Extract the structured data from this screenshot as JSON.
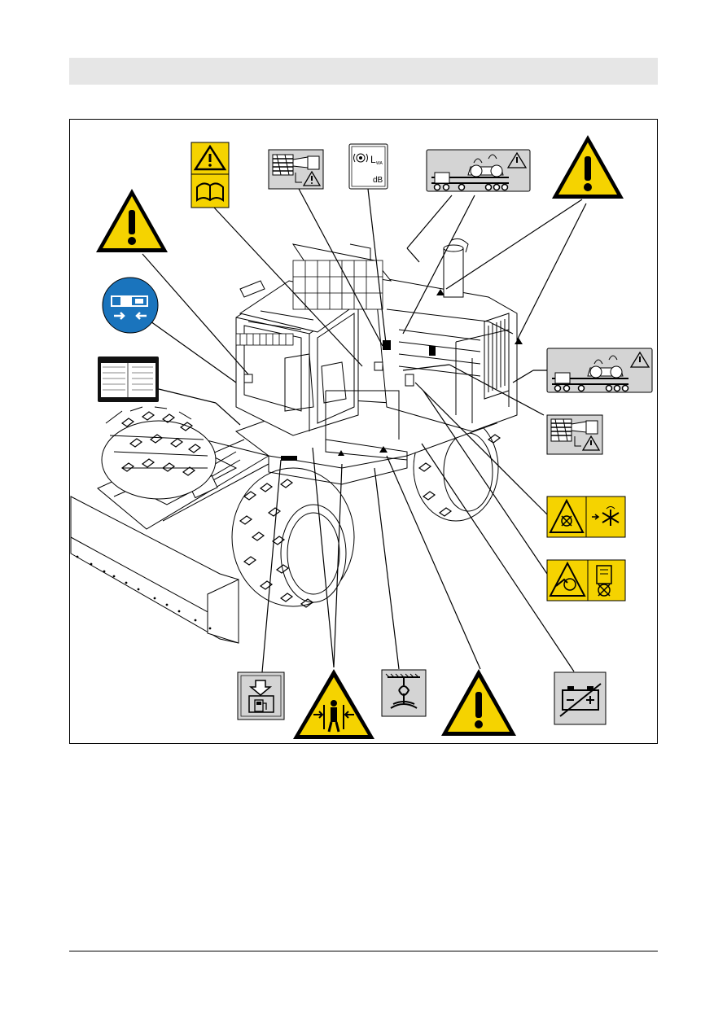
{
  "page": {
    "header_band_color": "#e6e6e6"
  },
  "labels": {
    "noise_symbol_letter": "L",
    "noise_symbol_subscript": "WA",
    "noise_unit": "dB"
  },
  "decals": [
    {
      "id": "warning-triangle-large",
      "icon": "warning-triangle-icon",
      "color": "#f5d300"
    },
    {
      "id": "warning-read-manual",
      "icon": "read-manual-icon",
      "color": "#f5d300"
    },
    {
      "id": "radiator-warning",
      "icon": "radiator-warning-icon"
    },
    {
      "id": "sound-power-level",
      "icon": "sound-power-icon"
    },
    {
      "id": "transport-lashing",
      "icon": "lowbed-transport-icon"
    },
    {
      "id": "warning-triangle-top-right",
      "icon": "warning-triangle-icon"
    },
    {
      "id": "wear-seatbelt",
      "icon": "seatbelt-icon",
      "color": "#1a74bd"
    },
    {
      "id": "type-plate",
      "icon": "type-plate-icon"
    },
    {
      "id": "transport-lashing-right",
      "icon": "lowbed-transport-icon"
    },
    {
      "id": "radiator-warning-right",
      "icon": "radiator-warning-icon"
    },
    {
      "id": "fan-danger",
      "icon": "fan-hazard-icon"
    },
    {
      "id": "hot-surface-belt",
      "icon": "belt-entanglement-icon"
    },
    {
      "id": "diesel-fuel",
      "icon": "diesel-fuel-icon"
    },
    {
      "id": "crushing-hazard",
      "icon": "crushing-hazard-icon"
    },
    {
      "id": "lifting-point",
      "icon": "lifting-point-icon"
    },
    {
      "id": "warning-triangle-bottom",
      "icon": "warning-triangle-icon"
    },
    {
      "id": "battery-disconnect",
      "icon": "battery-icon"
    }
  ]
}
